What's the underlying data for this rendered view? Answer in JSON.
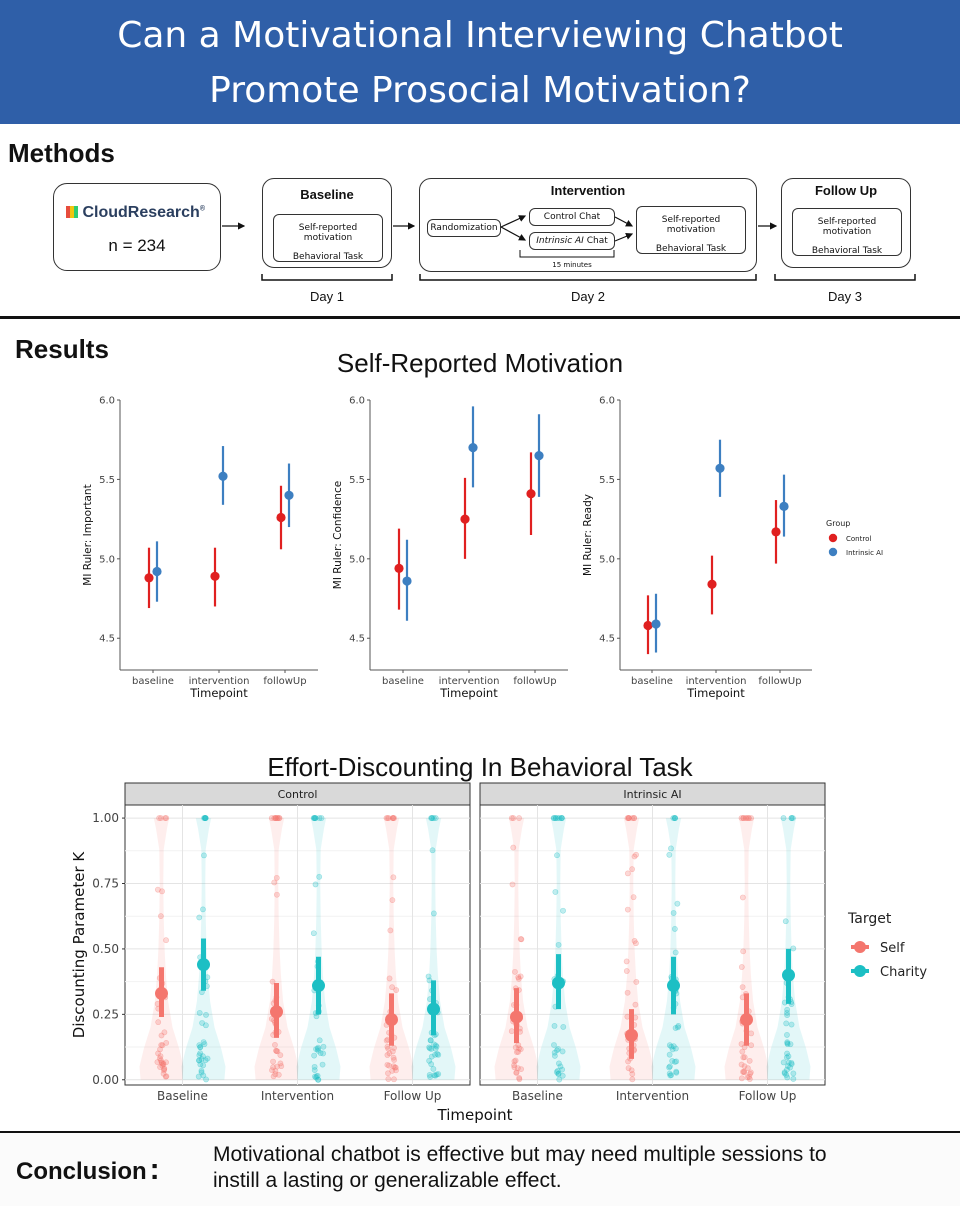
{
  "banner": {
    "line1": "Can a Motivational Interviewing Chatbot",
    "line2": "Promote Prosocial Motivation?",
    "color": "#2f5fa8"
  },
  "methods": {
    "title": "Methods",
    "cloudresearch": {
      "brand": "CloudResearch",
      "n_label": "n = 234"
    },
    "baseline": {
      "title": "Baseline",
      "line1": "Self-reported motivation",
      "line2": "Behavioral Task",
      "day": "Day 1"
    },
    "intervention": {
      "title": "Intervention",
      "randomization": "Randomization",
      "control_chat": "Control Chat",
      "ai_chat_italic": "Intrinsic AI",
      "ai_chat_rest": " Chat",
      "duration": "15 minutes",
      "line1": "Self-reported motivation",
      "line2": "Behavioral Task",
      "day": "Day 2"
    },
    "followup": {
      "title": "Follow Up",
      "line1": "Self-reported motivation",
      "line2": "Behavioral Task",
      "day": "Day 3"
    }
  },
  "results": {
    "title": "Results"
  },
  "colors": {
    "control": "#e02020",
    "intrinsic": "#3d7fc1",
    "self": "#f4766e",
    "charity": "#1cbfc4"
  },
  "chart_data": [
    {
      "type": "scatter",
      "title": "Self-Reported Motivation",
      "xlabel": "Timepoint",
      "ylabel": "MI Ruler: Important",
      "categories": [
        "baseline",
        "intervention",
        "followUp"
      ],
      "ylim": [
        4.3,
        6.0
      ],
      "yticks": [
        "4.5",
        "5.0",
        "5.5",
        "6.0"
      ],
      "series": [
        {
          "name": "Control",
          "values": [
            4.88,
            4.89,
            5.26
          ],
          "lower": [
            4.69,
            4.7,
            5.06
          ],
          "upper": [
            5.07,
            5.07,
            5.46
          ]
        },
        {
          "name": "Intrinsic AI",
          "values": [
            4.92,
            5.52,
            5.4
          ],
          "lower": [
            4.73,
            5.34,
            5.2
          ],
          "upper": [
            5.11,
            5.71,
            5.6
          ]
        }
      ]
    },
    {
      "type": "scatter",
      "xlabel": "Timepoint",
      "ylabel": "MI Ruler: Confidence",
      "categories": [
        "baseline",
        "intervention",
        "followUp"
      ],
      "ylim": [
        4.3,
        6.0
      ],
      "yticks": [
        "4.5",
        "5.0",
        "5.5",
        "6.0"
      ],
      "series": [
        {
          "name": "Control",
          "values": [
            4.94,
            5.25,
            5.41
          ],
          "lower": [
            4.68,
            5.0,
            5.15
          ],
          "upper": [
            5.19,
            5.51,
            5.67
          ]
        },
        {
          "name": "Intrinsic AI",
          "values": [
            4.86,
            5.7,
            5.65
          ],
          "lower": [
            4.61,
            5.45,
            5.39
          ],
          "upper": [
            5.12,
            5.96,
            5.91
          ]
        }
      ]
    },
    {
      "type": "scatter",
      "xlabel": "Timepoint",
      "ylabel": "MI Ruler: Ready",
      "categories": [
        "baseline",
        "intervention",
        "followUp"
      ],
      "ylim": [
        4.3,
        6.0
      ],
      "yticks": [
        "4.5",
        "5.0",
        "5.5",
        "6.0"
      ],
      "legend_title": "Group",
      "legend_position": "right",
      "series": [
        {
          "name": "Control",
          "values": [
            4.58,
            4.84,
            5.17
          ],
          "lower": [
            4.4,
            4.65,
            4.97
          ],
          "upper": [
            4.77,
            5.02,
            5.37
          ]
        },
        {
          "name": "Intrinsic AI",
          "values": [
            4.59,
            5.57,
            5.33
          ],
          "lower": [
            4.41,
            5.39,
            5.14
          ],
          "upper": [
            4.78,
            5.75,
            5.53
          ]
        }
      ]
    },
    {
      "type": "violin",
      "title": "Effort-Discounting In Behavioral Task",
      "xlabel": "Timepoint",
      "ylabel": "Discounting Parameter K",
      "panels": [
        "Control",
        "Intrinsic AI"
      ],
      "categories": [
        "Baseline",
        "Intervention",
        "Follow Up"
      ],
      "ylim": [
        -0.02,
        1.05
      ],
      "yticks": [
        "0.00",
        "0.25",
        "0.50",
        "0.75",
        "1.00"
      ],
      "legend_title": "Target",
      "legend_position": "right",
      "series": [
        {
          "name": "Self",
          "panel": "Control",
          "values": [
            0.33,
            0.26,
            0.23
          ],
          "lower": [
            0.24,
            0.16,
            0.13
          ],
          "upper": [
            0.43,
            0.37,
            0.33
          ]
        },
        {
          "name": "Charity",
          "panel": "Control",
          "values": [
            0.44,
            0.36,
            0.27
          ],
          "lower": [
            0.34,
            0.25,
            0.17
          ],
          "upper": [
            0.54,
            0.47,
            0.38
          ]
        },
        {
          "name": "Self",
          "panel": "Intrinsic AI",
          "values": [
            0.24,
            0.17,
            0.23
          ],
          "lower": [
            0.14,
            0.08,
            0.13
          ],
          "upper": [
            0.35,
            0.27,
            0.33
          ]
        },
        {
          "name": "Charity",
          "panel": "Intrinsic AI",
          "values": [
            0.37,
            0.36,
            0.4
          ],
          "lower": [
            0.27,
            0.25,
            0.29
          ],
          "upper": [
            0.48,
            0.47,
            0.5
          ]
        }
      ]
    }
  ],
  "conclusion": {
    "label": "Conclusion",
    "colon": ":",
    "line1": "Motivational chatbot is effective but may need multiple sessions to",
    "line2": "instill a lasting or generalizable effect."
  }
}
